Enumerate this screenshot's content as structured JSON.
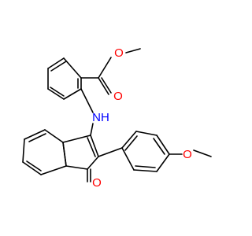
{
  "molecule": {
    "atoms": {
      "o_ester_single": "O",
      "o_ester_carbonyl": "O",
      "nh": "NH",
      "o_methoxy": "O",
      "o_ketone": "O"
    },
    "colors": {
      "oxygen": "#ff0000",
      "nitrogen": "#0000ff",
      "bond": "#000000"
    }
  }
}
